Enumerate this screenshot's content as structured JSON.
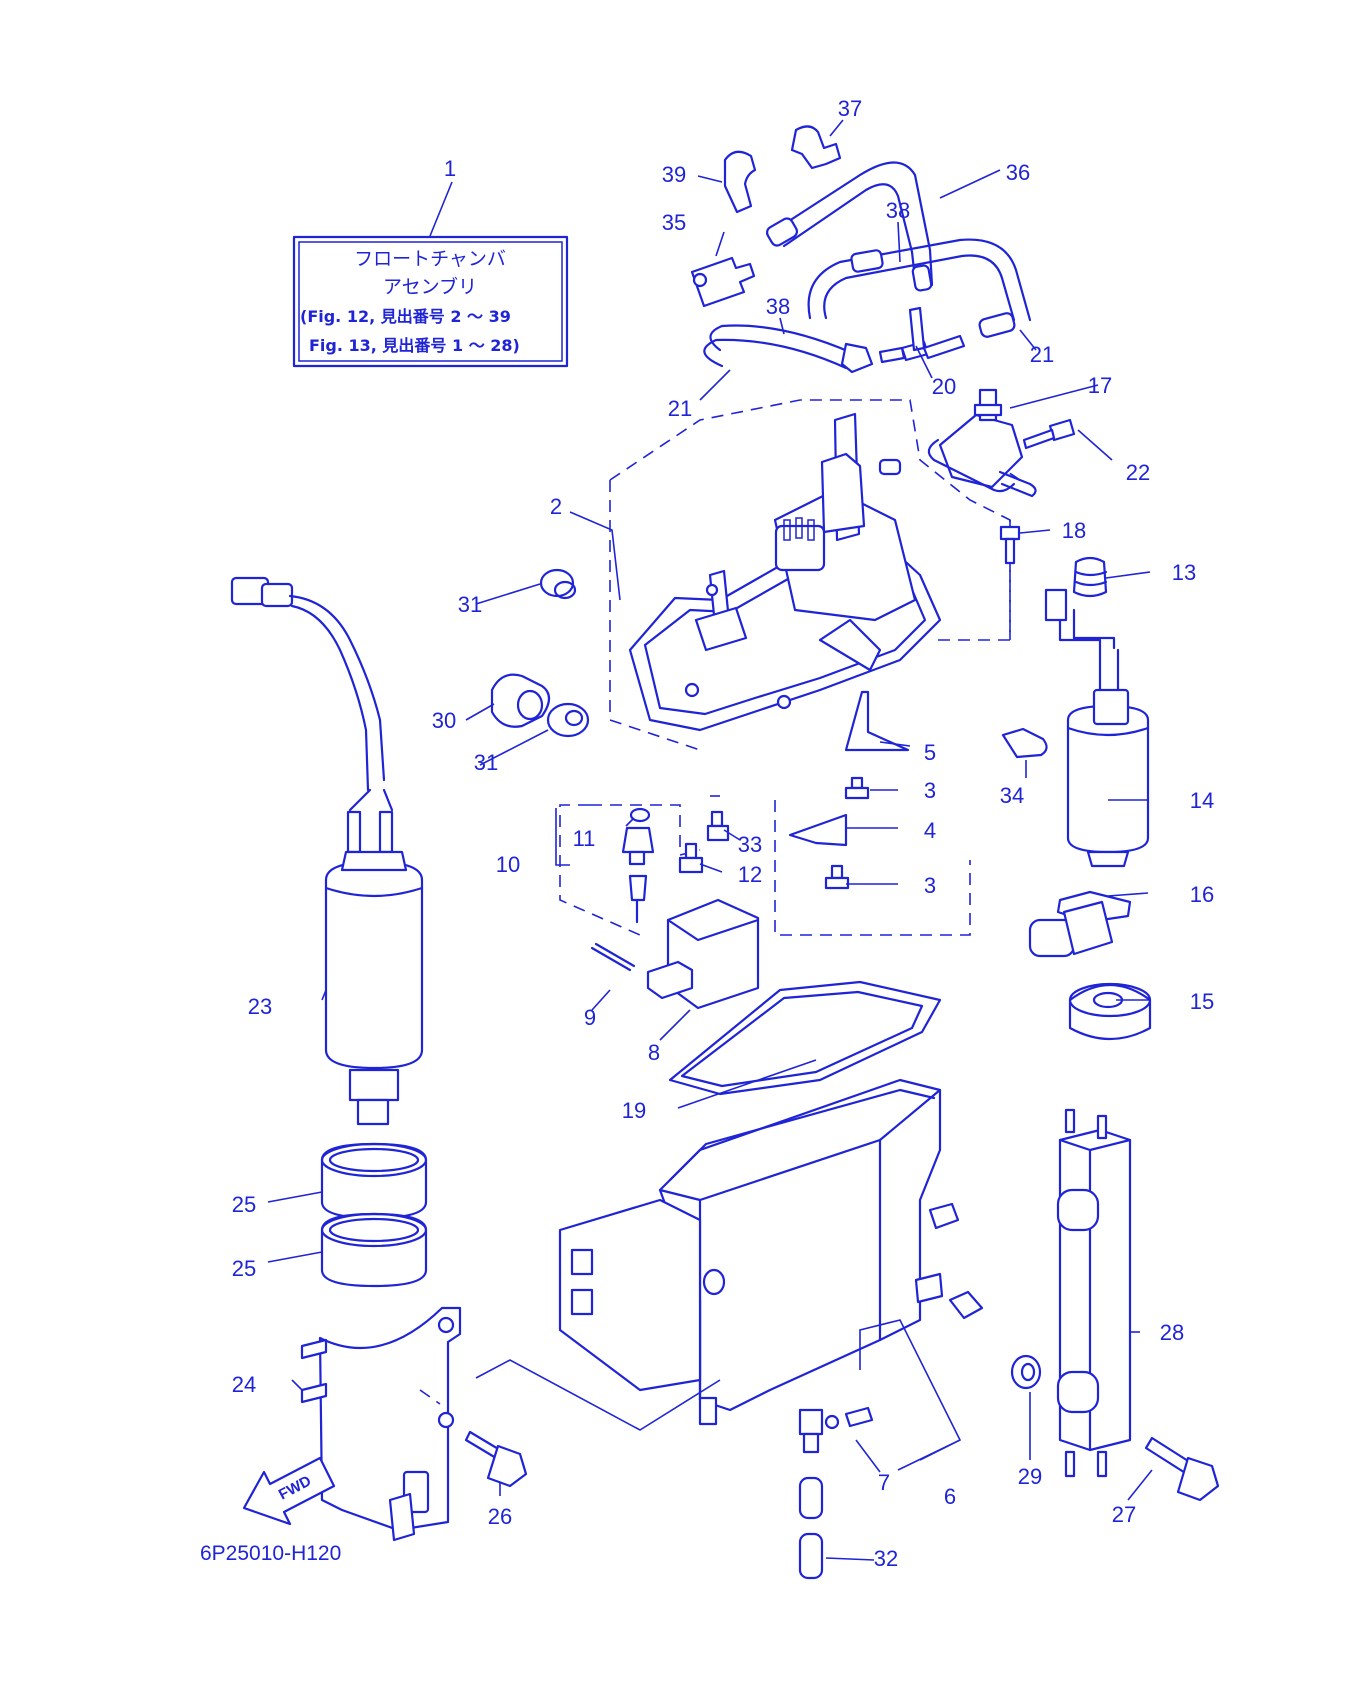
{
  "caption": {
    "line1": "フロートチャンバ",
    "line2": "アセンブリ",
    "line3": "(Fig. 12, 見出番号 2 ～ 39",
    "line4": "Fig. 13, 見出番号 1 ～ 28)"
  },
  "fwd_label": "FWD",
  "drawing_code": "6P25010-H120",
  "callouts": {
    "n1": "1",
    "n2": "2",
    "n3a": "3",
    "n3b": "3",
    "n4": "4",
    "n5": "5",
    "n6": "6",
    "n7": "7",
    "n8": "8",
    "n9": "9",
    "n10": "10",
    "n11": "11",
    "n12": "12",
    "n13": "13",
    "n14": "14",
    "n15": "15",
    "n16": "16",
    "n17": "17",
    "n18": "18",
    "n19": "19",
    "n20": "20",
    "n21a": "21",
    "n21b": "21",
    "n22": "22",
    "n23": "23",
    "n24": "24",
    "n25a": "25",
    "n25b": "25",
    "n26": "26",
    "n27": "27",
    "n28": "28",
    "n29": "29",
    "n30": "30",
    "n31a": "31",
    "n31b": "31",
    "n32": "32",
    "n33": "33",
    "n34": "34",
    "n35": "35",
    "n36": "36",
    "n37": "37",
    "n38a": "38",
    "n38b": "38",
    "n39": "39"
  },
  "colors": {
    "line": "#1f24d6",
    "background": "#ffffff"
  }
}
